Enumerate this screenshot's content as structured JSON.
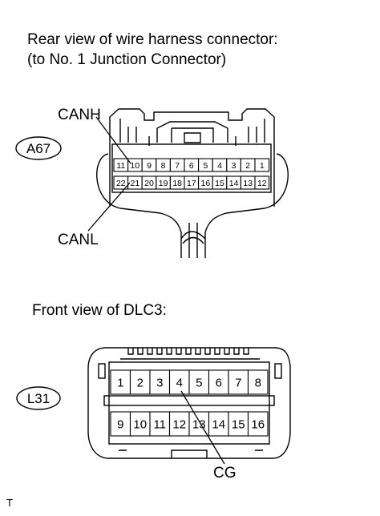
{
  "top_caption": {
    "line1": "Rear view of wire harness connector:",
    "line2": "(to No. 1 Junction Connector)"
  },
  "connector_a": {
    "id": "A67",
    "label_high": "CANH",
    "label_low": "CANL",
    "row_top": [
      "11",
      "10",
      "9",
      "8",
      "7",
      "6",
      "5",
      "4",
      "3",
      "2",
      "1"
    ],
    "row_bottom": [
      "22",
      "21",
      "20",
      "19",
      "18",
      "17",
      "16",
      "15",
      "14",
      "13",
      "12"
    ]
  },
  "bottom_caption": "Front view of DLC3:",
  "connector_b": {
    "id": "L31",
    "label_ground": "CG",
    "row_top": [
      "1",
      "2",
      "3",
      "4",
      "5",
      "6",
      "7",
      "8"
    ],
    "row_bottom": [
      "9",
      "10",
      "11",
      "12",
      "13",
      "14",
      "15",
      "16"
    ]
  },
  "corner_mark": "T"
}
